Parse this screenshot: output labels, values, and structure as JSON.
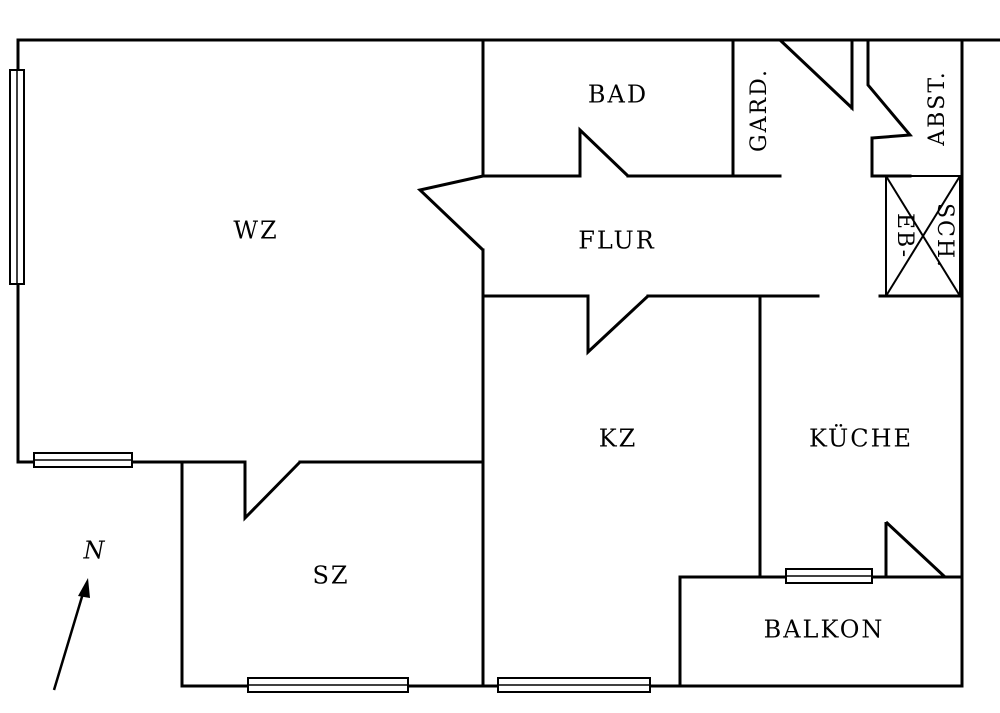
{
  "rooms": {
    "wz": "WZ",
    "bad": "BAD",
    "gard": "GARD.",
    "abst": "ABST.",
    "flur": "FLUR",
    "eb": "EB-",
    "sch": "SCH.",
    "kz": "KZ",
    "kueche": "KÜCHE",
    "sz": "SZ",
    "balkon": "BALKON"
  },
  "compass": {
    "north": "N"
  }
}
